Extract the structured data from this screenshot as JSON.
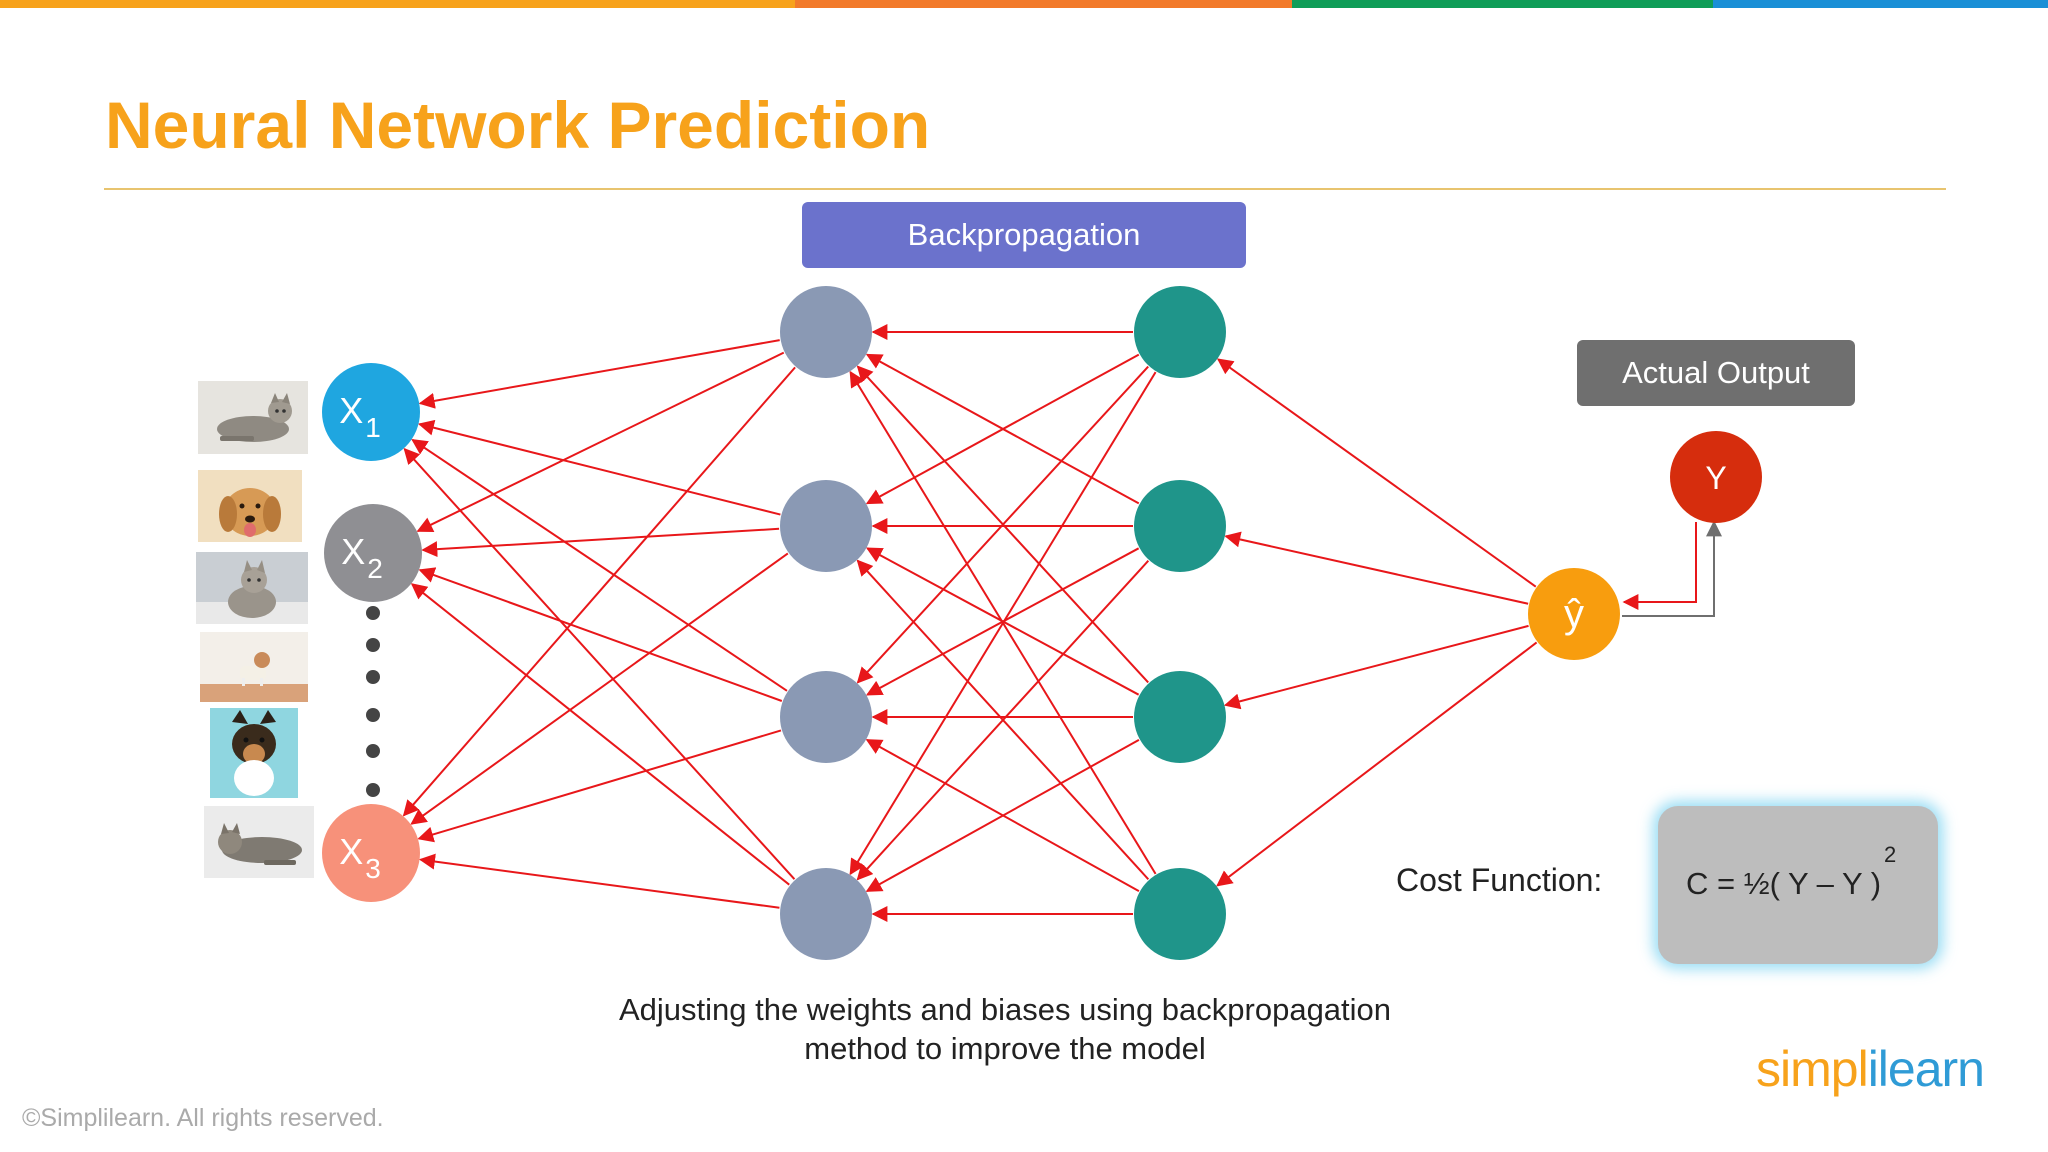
{
  "title": "Neural Network Prediction",
  "colors": {
    "title": "#f7a21b",
    "topbar": [
      "#f7a21b",
      "#f27a2a",
      "#0f9d58",
      "#1a8fd6"
    ],
    "connection": "#e8171a",
    "hidden_layer_1": "#8a99b4",
    "hidden_layer_2": "#1f958a",
    "input_x1": "#1fa6e0",
    "input_x2": "#8f8f93",
    "input_x3": "#f7917a",
    "output_node": "#f89d0e",
    "actual_output_node": "#d62d0d",
    "backprop_badge": "#6b72cc",
    "actual_output_badge": "#6f6f6f"
  },
  "backprop_label": "Backpropagation",
  "actual_output_label": "Actual Output",
  "inputs": [
    {
      "base": "X",
      "sub": "1"
    },
    {
      "base": "X",
      "sub": "2"
    },
    {
      "base": "X",
      "sub": "3"
    }
  ],
  "output_symbol": "ŷ",
  "actual_symbol": "Y",
  "images": [
    "cat lying down",
    "golden retriever",
    "cat sitting",
    "small dog standing",
    "german shepherd",
    "cat lying on side"
  ],
  "caption": {
    "line1": "Adjusting the weights and biases using backpropagation",
    "line2": "method to improve the model"
  },
  "cost": {
    "label": "Cost Function:",
    "formula": "C = ½( Y – Y )",
    "exponent": "2"
  },
  "copyright": "©Simplilearn. All rights reserved.",
  "logo": {
    "part1": "simpl",
    "part2": "ilearn"
  }
}
